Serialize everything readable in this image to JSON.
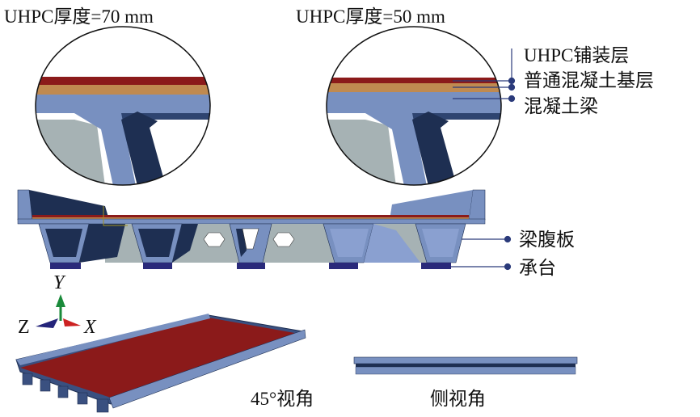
{
  "titles": {
    "left": "UHPC厚度=70 mm",
    "right": "UHPC厚度=50 mm"
  },
  "labels": {
    "uhpc_layer": "UHPC铺装层",
    "base_layer": "普通混凝土基层",
    "beam": "混凝土梁",
    "web": "梁腹板",
    "cap": "承台"
  },
  "axes": {
    "y": "Y",
    "z": "Z",
    "x": "X"
  },
  "views": {
    "iso": "45°视角",
    "side": "侧视角"
  },
  "colors": {
    "uhpc": "#8b1a1a",
    "base": "#c08a50",
    "beam": "#7890c0",
    "dark": "#1e2f52",
    "grey": "#a6b2b4",
    "cap": "#2a2a7a"
  }
}
